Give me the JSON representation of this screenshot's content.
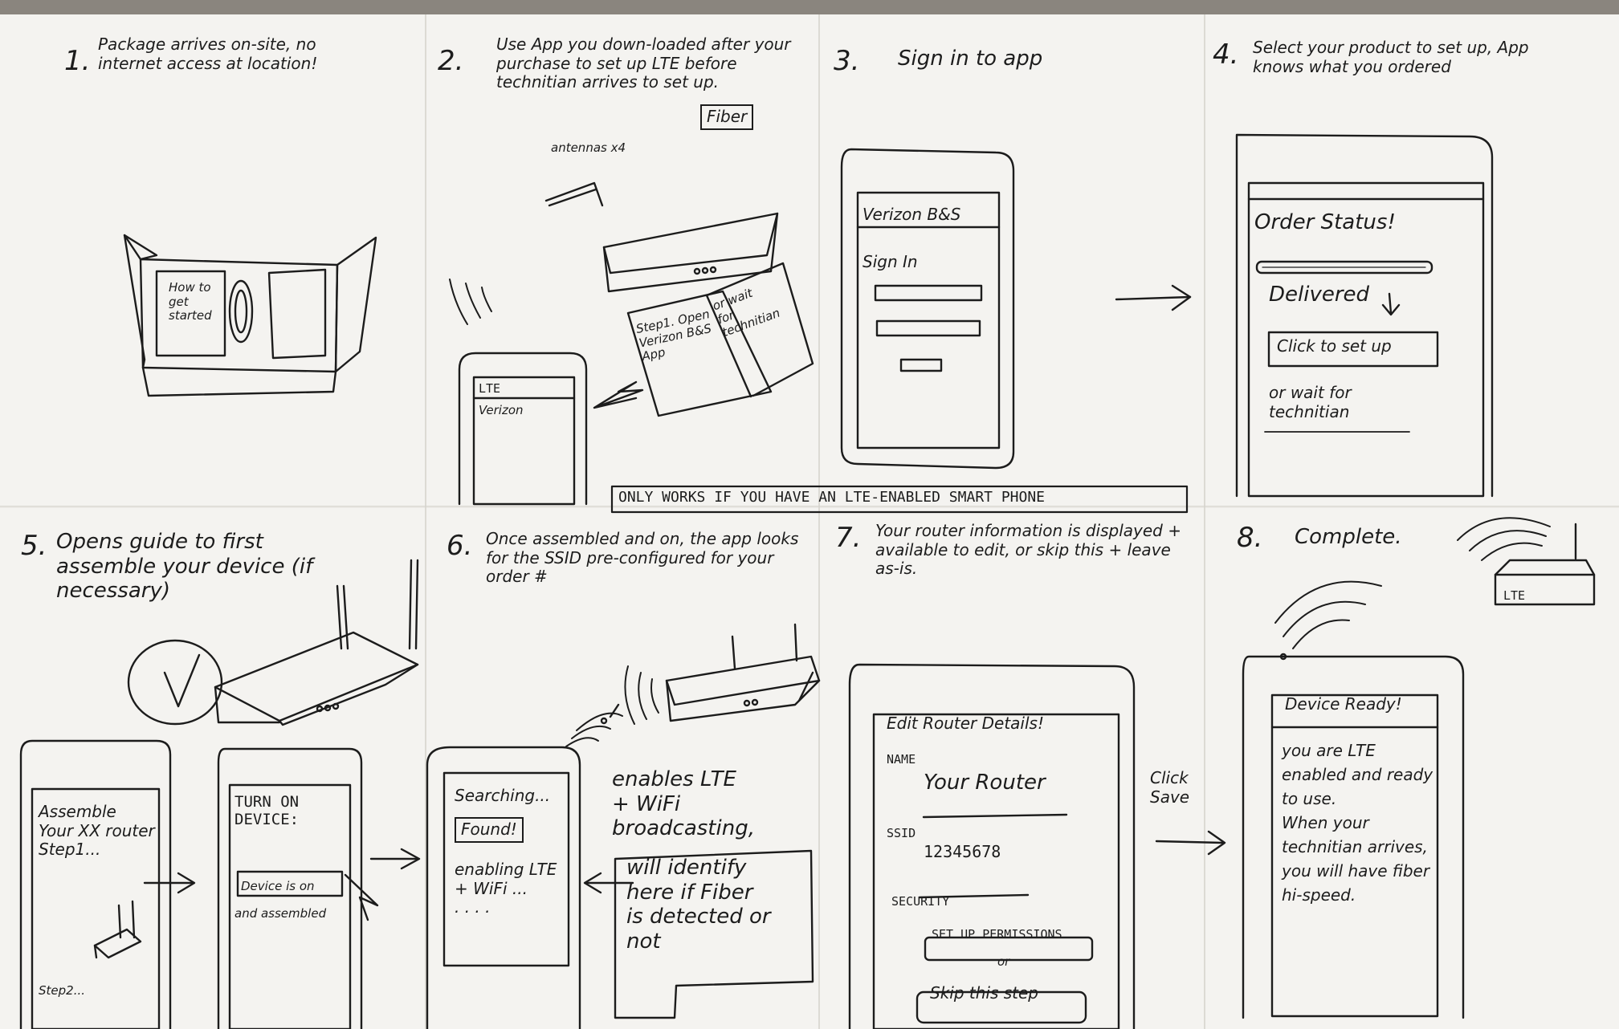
{
  "panels": [
    {
      "num": "1.",
      "caption": "Package arrives on-site, no internet access at location!"
    },
    {
      "num": "2.",
      "caption": "Use App you down-loaded after your purchase to set up LTE before technitian arrives to set up.",
      "caption_box": "Fiber",
      "antennas": "antennas x4"
    },
    {
      "num": "3.",
      "caption": "Sign in to app"
    },
    {
      "num": "4.",
      "caption": "Select your product to set up, App knows what you ordered"
    },
    {
      "num": "5.",
      "caption": "Opens guide to first assemble your device (if necessary)"
    },
    {
      "num": "6.",
      "caption": "Once assembled and on, the app looks for the SSID pre-configured for your order #"
    },
    {
      "num": "7.",
      "caption": "Your router information is displayed + available to edit, or skip this + leave as-is."
    },
    {
      "num": "8.",
      "caption": "Complete."
    }
  ],
  "p1": {
    "box_label": "How to get started"
  },
  "p2": {
    "pamphlet_left": "Step1. Open Verizon B&S App",
    "pamphlet_right": "or wait for technitian",
    "phone_header": "LTE",
    "phone_line": "Verizon",
    "banner": "ONLY WORKS IF YOU HAVE AN LTE-ENABLED SMART PHONE"
  },
  "p3": {
    "app_title": "Verizon B&S",
    "sign_in": "Sign In"
  },
  "p4": {
    "order_status": "Order Status!",
    "delivered": "Delivered",
    "setup_button": "Click to set up",
    "or_wait": "or wait for technitian"
  },
  "p5": {
    "phone1": "Assemble Your XX router\nStep1...",
    "step2": "Step2...",
    "phone2_title": "TURN ON DEVICE:",
    "phone2_button": "Device is on",
    "phone2_note": "and assembled"
  },
  "p6": {
    "searching": "Searching...",
    "found": "Found!",
    "enabling": "enabling LTE\n+ WiFi ...\n. . . .",
    "side_note": "enables LTE\n+ WiFi broadcasting,",
    "fiber_note": "will identify\nhere if Fiber\nis detected or\nnot"
  },
  "p7": {
    "title": "Edit Router Details!",
    "name_label": "NAME",
    "name_value": "Your Router",
    "ssid_label": "SSID",
    "ssid_value": "12345678",
    "security_label": "SECURITY",
    "perm_button": "SET UP PERMISSIONS",
    "or": "or",
    "skip_button": "Skip this step",
    "click_save": "Click\nSave"
  },
  "p8": {
    "router_label": "LTE",
    "title": "Device Ready!",
    "body": "you are LTE enabled and ready to use.\nWhen your technitian arrives, you will have fiber hi-speed."
  }
}
